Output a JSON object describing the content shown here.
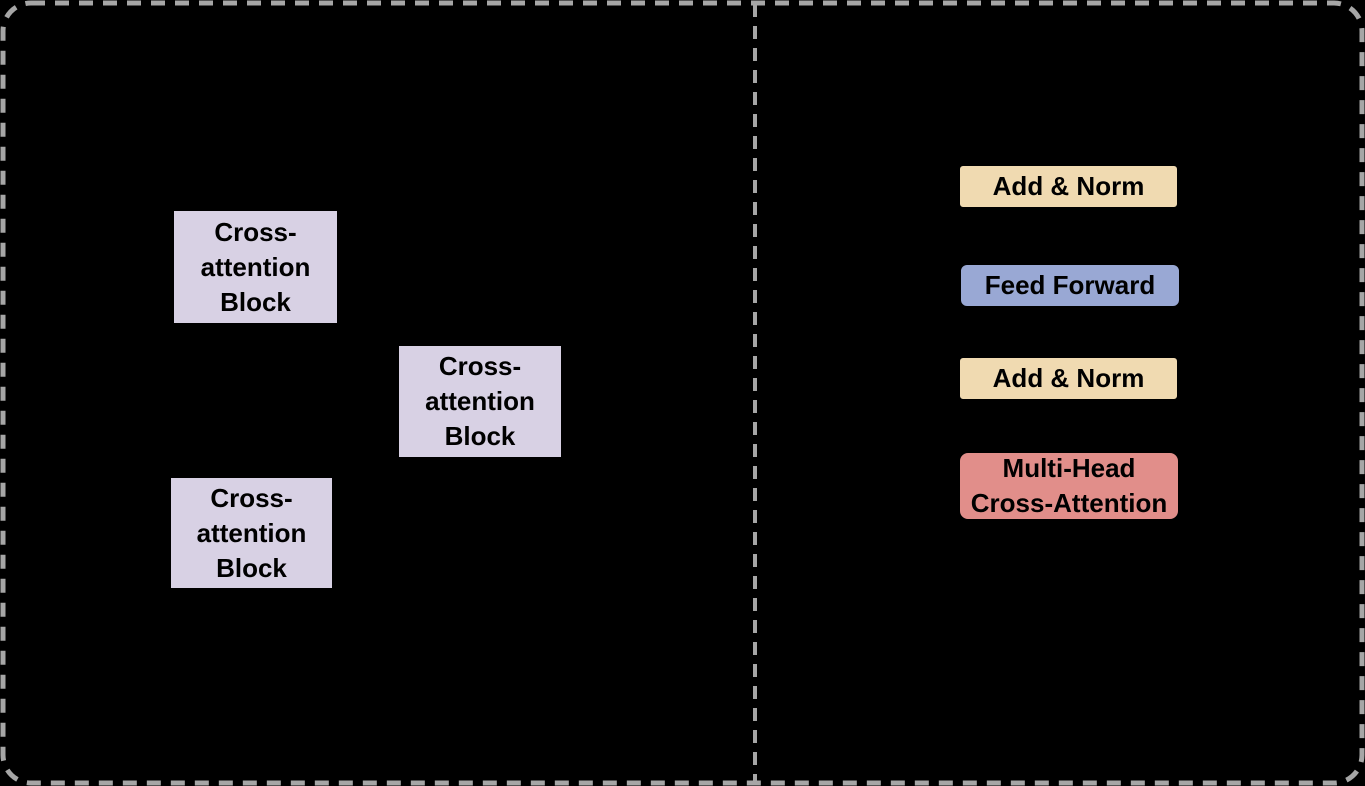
{
  "diagram": {
    "background_color": "#000000",
    "dash_color": "#A6A6A6",
    "text_color": "#000000"
  },
  "left_panel": {
    "blocks": [
      {
        "lines": {
          "0": "Cross-",
          "1": "attention",
          "2": "Block"
        },
        "color": "#D8D1E4"
      },
      {
        "lines": {
          "0": "Cross-",
          "1": "attention",
          "2": "Block"
        },
        "color": "#D8D1E4"
      },
      {
        "lines": {
          "0": "Cross-",
          "1": "attention",
          "2": "Block"
        },
        "color": "#D8D1E4"
      }
    ]
  },
  "right_panel": {
    "blocks": [
      {
        "lines": {
          "0": "Add & Norm"
        },
        "color": "#F0DAB1"
      },
      {
        "lines": {
          "0": "Feed Forward"
        },
        "color": "#99A8D4"
      },
      {
        "lines": {
          "0": "Add & Norm"
        },
        "color": "#F0DAB1"
      },
      {
        "lines": {
          "0": "Multi-Head",
          "1": "Cross-Attention"
        },
        "color": "#E18E8A"
      }
    ]
  }
}
